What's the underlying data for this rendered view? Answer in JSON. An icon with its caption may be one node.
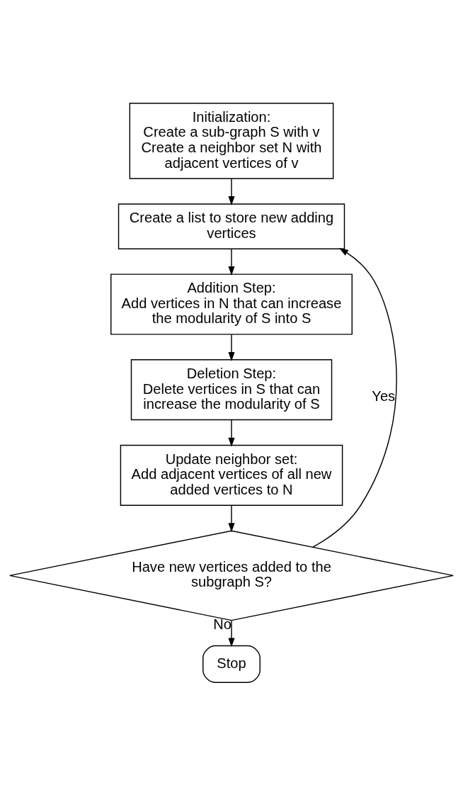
{
  "diagram": {
    "nodes": [
      {
        "text": [
          "Initialization:",
          "Create a sub-graph S with v",
          "Create a neighbor set N with adjacent vertices of v"
        ]
      },
      {
        "text": [
          "Create a list to store new adding vertices"
        ]
      },
      {
        "text": [
          "Addition Step:",
          "Add vertices in N that can increase the modularity of S into S"
        ]
      },
      {
        "text": [
          "Deletion Step:",
          "Delete vertices in S that can increase the modularity of S"
        ]
      },
      {
        "text": [
          "Update neighbor set:",
          "Add adjacent vertices of all new added vertices to N"
        ]
      },
      {
        "text": [
          "Have new vertices added to the subgraph S?"
        ]
      },
      {
        "text": [
          "Stop"
        ]
      }
    ],
    "edges": [
      {
        "from": 0,
        "to": 1,
        "arrow": "to"
      },
      {
        "from": 1,
        "to": 2,
        "arrow": "to"
      },
      {
        "from": 2,
        "to": 3,
        "arrow": "to"
      },
      {
        "from": 3,
        "to": 4,
        "arrow": "to"
      },
      {
        "from": 4,
        "to": 5,
        "arrow": "to"
      },
      {
        "from": 5,
        "to": 1,
        "arrow": "to",
        "label": "Yes"
      },
      {
        "from": 5,
        "to": 6,
        "arrow": "to",
        "label": "No"
      }
    ]
  }
}
